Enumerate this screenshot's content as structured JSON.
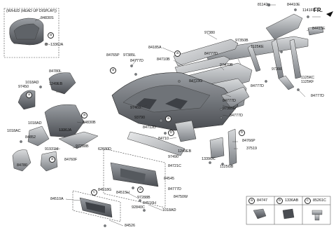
{
  "hud_box": {
    "title": "(W/HUD (HEAD UP DISPLAY))",
    "parts": [
      "84830S",
      "1336JA"
    ]
  },
  "direction": "FR.",
  "callouts": [
    "a",
    "b",
    "c"
  ],
  "parts": {
    "p81142": "81142",
    "p84410E": "84410E",
    "p1141FF": "1141FF",
    "p84415E": "84415E",
    "p97380": "97380",
    "p84185A": "84185A",
    "p84777D_a": "84777D",
    "p97350B": "97350B",
    "p1125KE": "1125KE",
    "p84765P": "84765P",
    "p97385L": "97385L",
    "p84777D_b": "84777D",
    "p84710B": "84710B",
    "p97470B": "97470B",
    "p97390": "97390",
    "p1125KC": "1125KC",
    "p1125KF": "1125KF",
    "p84723G": "84723G",
    "p84777D_c": "84777D",
    "p84777D_d": "84777D",
    "p97385R": "97385R",
    "p84777D_e": "84777D",
    "p84780L": "84780L",
    "p1018AD_a": "1018AD",
    "p97450": "97450",
    "p1249EB_a": "1249EB",
    "p97403": "97403",
    "p84830B": "84830B",
    "p93790": "93790",
    "p1018AD_b": "1018AD",
    "p1336JA": "1336JA",
    "p84712D": "84712D",
    "p1018AC": "1018AC",
    "p84852": "84852",
    "p97288B": "97288B",
    "p62630D": "62630D",
    "p91931M": "91931M",
    "p84710": "84710",
    "p1249EB_b": "1249EB",
    "p97490": "97490",
    "p84766P": "84766P",
    "p37519": "37519",
    "p1339CC": "1339CC",
    "p1125GB": "1125GB",
    "p84721C": "84721C",
    "p84780": "84780",
    "p84760F": "84760F",
    "p84545": "84545",
    "p84777D_f": "84777D",
    "p84515H_a": "84515H",
    "p97288B_b": "97288B",
    "p84516H": "84516H",
    "p92840C": "92840C",
    "p84750W": "84750W",
    "p84510A": "84510A",
    "p84518G": "84518G",
    "p1018AD_c": "1018AD",
    "p84526": "84526"
  },
  "legend": [
    {
      "key": "a",
      "part": "84747"
    },
    {
      "key": "b",
      "part": "1336AB"
    },
    {
      "key": "c",
      "part": "85261C"
    }
  ]
}
